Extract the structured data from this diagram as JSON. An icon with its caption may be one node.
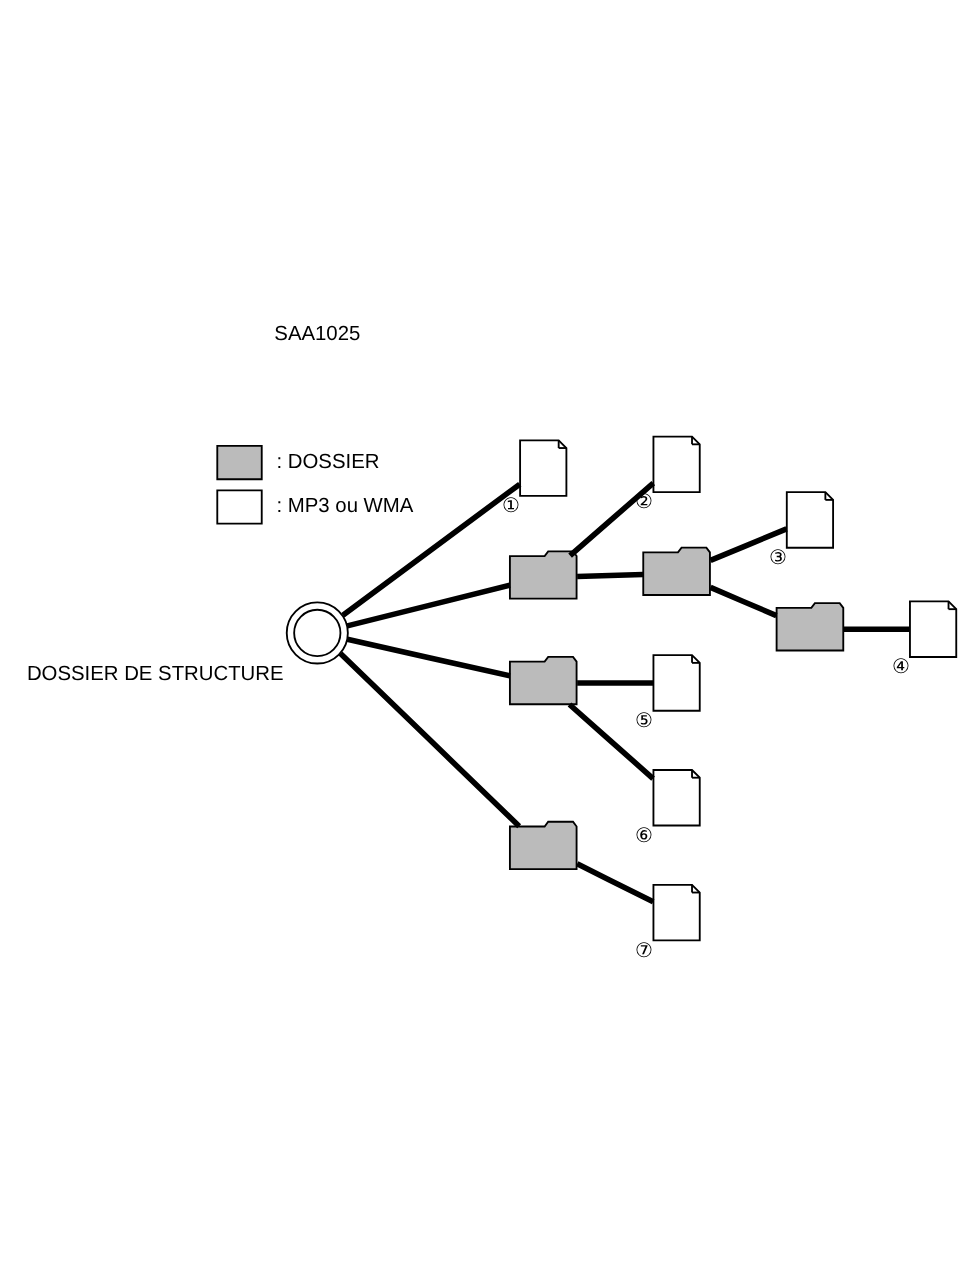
{
  "diagram": {
    "nodes": [
      {
        "text": [],
        "shape": "circle",
        "beside": [
          "DOSSIER DE STRUCTURE"
        ]
      },
      {
        "text": [],
        "shape": "file",
        "beside": [
          "①"
        ]
      },
      {
        "text": [],
        "shape": "folder"
      },
      {
        "text": [],
        "shape": "file",
        "beside": [
          "②"
        ]
      },
      {
        "text": [],
        "shape": "folder"
      },
      {
        "text": [],
        "shape": "file",
        "beside": [
          "③"
        ]
      },
      {
        "text": [],
        "shape": "folder"
      },
      {
        "text": [],
        "shape": "file",
        "beside": [
          "④"
        ]
      },
      {
        "text": [],
        "shape": "folder"
      },
      {
        "text": [],
        "shape": "file",
        "beside": [
          "⑤"
        ]
      },
      {
        "text": [],
        "shape": "file",
        "beside": [
          "⑥"
        ]
      },
      {
        "text": [],
        "shape": "folder"
      },
      {
        "text": [],
        "shape": "file",
        "beside": [
          "⑦"
        ]
      }
    ],
    "edges": [
      {
        "from": 0,
        "to": 1,
        "arrow": "none"
      },
      {
        "from": 0,
        "to": 2,
        "arrow": "none"
      },
      {
        "from": 2,
        "to": 3,
        "arrow": "none"
      },
      {
        "from": 2,
        "to": 4,
        "arrow": "none"
      },
      {
        "from": 4,
        "to": 5,
        "arrow": "none"
      },
      {
        "from": 4,
        "to": 6,
        "arrow": "none"
      },
      {
        "from": 6,
        "to": 7,
        "arrow": "none"
      },
      {
        "from": 0,
        "to": 8,
        "arrow": "none"
      },
      {
        "from": 8,
        "to": 9,
        "arrow": "none"
      },
      {
        "from": 8,
        "to": 10,
        "arrow": "none"
      },
      {
        "from": 0,
        "to": 11,
        "arrow": "none"
      },
      {
        "from": 11,
        "to": 12,
        "arrow": "none"
      }
    ],
    "labels": [
      "SAA1025"
    ],
    "legend": [
      {
        "text": ": DOSSIER"
      },
      {
        "text": ": MP3 ou WMA"
      }
    ]
  }
}
